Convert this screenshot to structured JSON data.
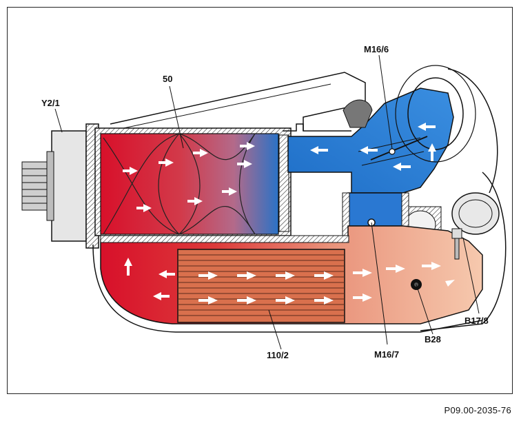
{
  "labels": {
    "y2_1": "Y2/1",
    "n50": "50",
    "m16_6": "M16/6",
    "b17_8": "B17/8",
    "b28": "B28",
    "m16_7": "M16/7",
    "n110_2": "110/2"
  },
  "reference": "P09.00-2035-76",
  "colors": {
    "hot": "#d8102a",
    "warm": "#e8654c",
    "cool": "#f0b090",
    "cold": "#1f6fc8",
    "outline": "#111111"
  }
}
